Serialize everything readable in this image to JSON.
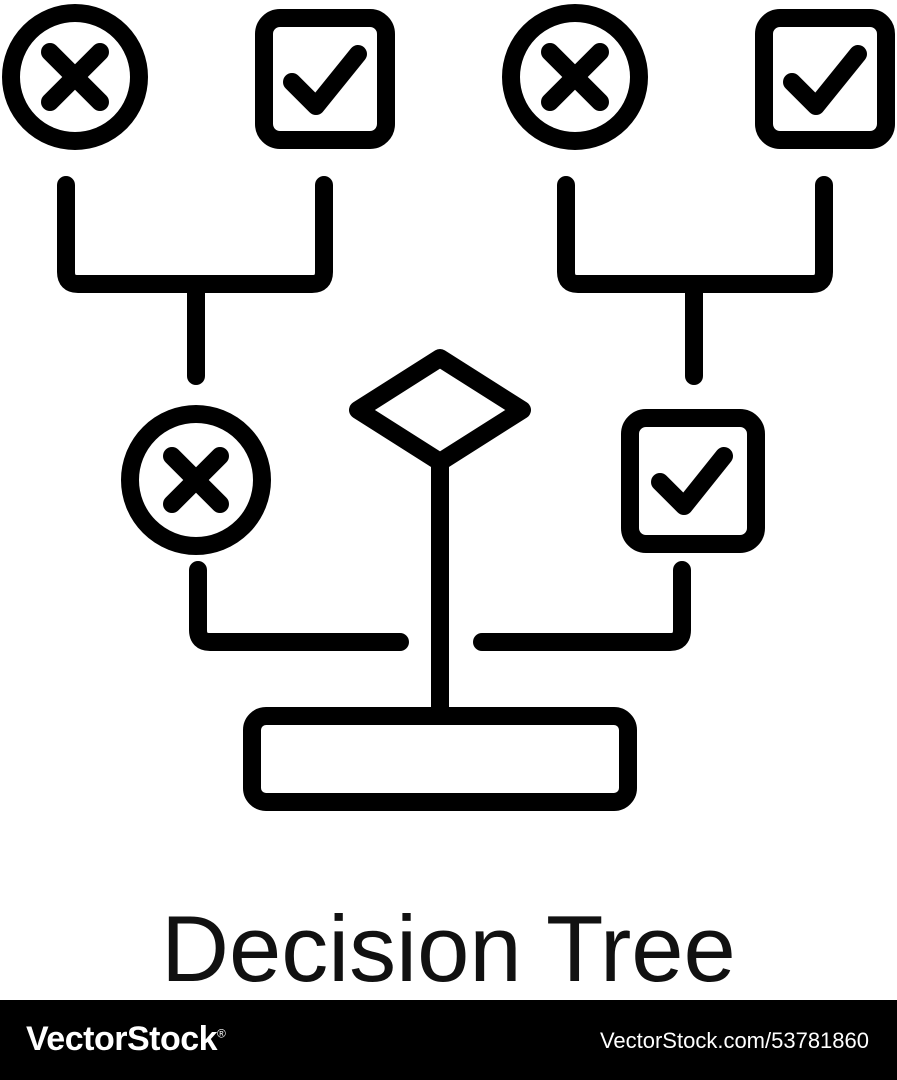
{
  "icon": {
    "name": "decision-tree-icon",
    "stroke_color": "#000000",
    "nodes": [
      {
        "id": "top-left-x",
        "kind": "x-circle-icon"
      },
      {
        "id": "top-left-check",
        "kind": "checkbox-check-icon"
      },
      {
        "id": "top-right-x",
        "kind": "x-circle-icon"
      },
      {
        "id": "top-right-check",
        "kind": "checkbox-check-icon"
      },
      {
        "id": "middle-x",
        "kind": "x-circle-icon"
      },
      {
        "id": "middle-check",
        "kind": "checkbox-check-icon"
      },
      {
        "id": "root-decision",
        "kind": "diamond-icon"
      },
      {
        "id": "base",
        "kind": "rectangle-base-icon"
      }
    ]
  },
  "title": "Decision Tree",
  "footer": {
    "brand": "VectorStock",
    "superscript": "®",
    "image_id": "VectorStock.com/53781860",
    "background": "#000000",
    "text_color": "#ffffff"
  }
}
